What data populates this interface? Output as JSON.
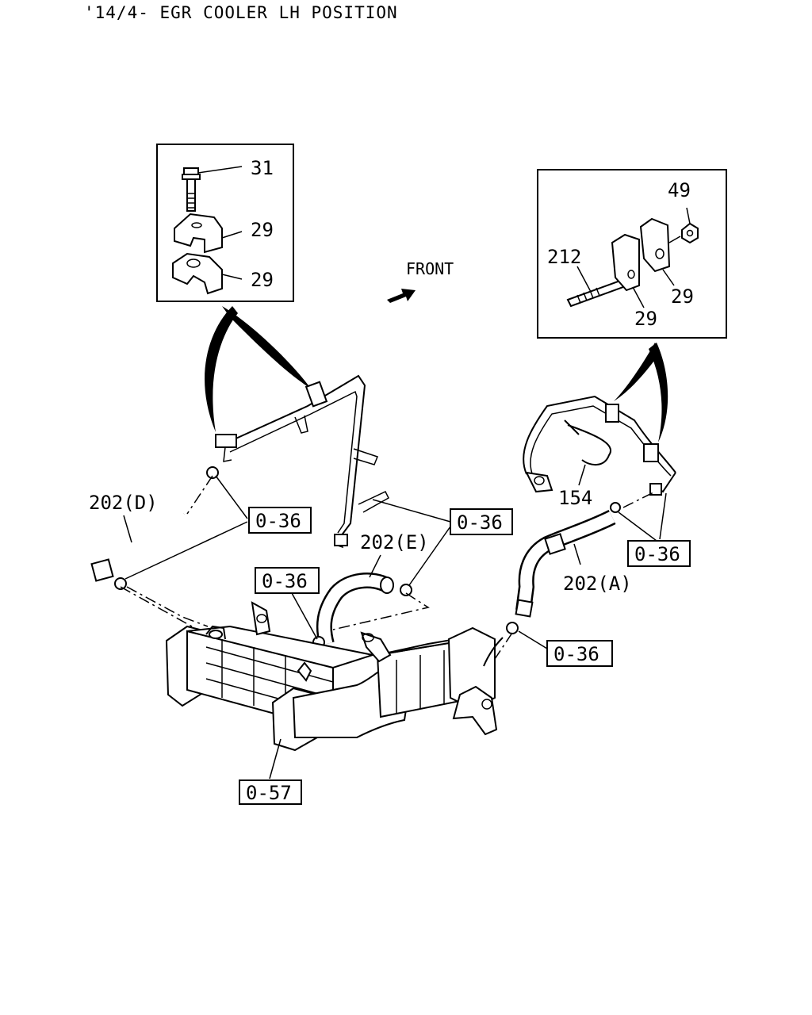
{
  "header": {
    "title": "'14/4- EGR COOLER LH POSITION"
  },
  "orientation": {
    "front_label": "FRONT"
  },
  "inset_left": {
    "callouts": [
      {
        "id": "bolt",
        "label": "31"
      },
      {
        "id": "clip_upper",
        "label": "29"
      },
      {
        "id": "clip_lower",
        "label": "29"
      }
    ]
  },
  "inset_right": {
    "callouts": [
      {
        "id": "nut",
        "label": "49"
      },
      {
        "id": "stud",
        "label": "212"
      },
      {
        "id": "clip_a",
        "label": "29"
      },
      {
        "id": "clip_b",
        "label": "29"
      }
    ]
  },
  "parts": {
    "hose_d": "202(D)",
    "hose_e": "202(E)",
    "hose_a": "202(A)",
    "band": "154"
  },
  "references": {
    "ref_clamp_1": "0-36",
    "ref_clamp_2": "0-36",
    "ref_clamp_3": "0-36",
    "ref_clamp_4": "0-36",
    "ref_clamp_5": "0-36",
    "ref_cooler": "0-57"
  },
  "icons": [
    "front-arrow-icon",
    "bolt-icon",
    "clip-icon",
    "nut-icon",
    "stud-icon",
    "hose-clamp-icon",
    "egr-cooler-icon"
  ]
}
